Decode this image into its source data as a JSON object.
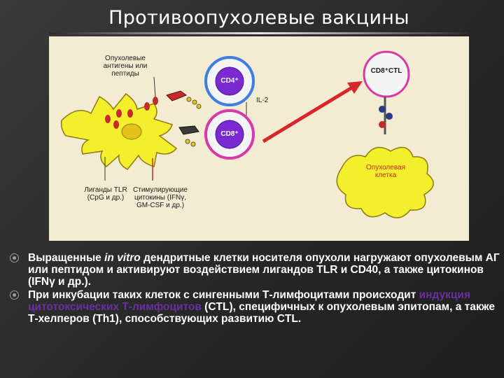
{
  "slide": {
    "title": "Противоопухолевые вакцины"
  },
  "diagram": {
    "label_antigens": "Опухолевые антигены или пептиды",
    "label_cd4": "CD4⁺",
    "label_il2": "IL-2",
    "label_cd8": "CD8⁺",
    "label_ctl": "CD8⁺CTL",
    "label_tumor": "Опухолевая клетка",
    "label_tlr": "Лиганды TLR (CpG и др.)",
    "label_cytokines": "Стимулирующие цитокины (IFNγ, GM-CSF и др.)",
    "colors": {
      "dendritic_cell": "#f3ef2c",
      "tumor_cell": "#f3ef2c",
      "cd4_ring": "#3f7ee0",
      "cd8_ring": "#d63aa8",
      "arrow": "#d8262a",
      "figure_bg": "#f3ecd2"
    }
  },
  "bullets": [
    {
      "pre": "Выращенные ",
      "em": "in vitro",
      "post": " дендритные клетки носителя опухоли нагружают опухолевым АГ или пептидом и активируют воздействием лигандов TLR и CD40, а также цитокинов (IFNγ и др.)."
    },
    {
      "pre": "При инкубации таких клеток с сингенными Т-лимфоцитами происходит ",
      "highlight": "индукция цитотоксических Т-лимфоцитов",
      "post": " (CTL), специфичных к опухолевым эпитопам, а также Т-хелперов (Th1), способствующих развитию CTL."
    }
  ]
}
